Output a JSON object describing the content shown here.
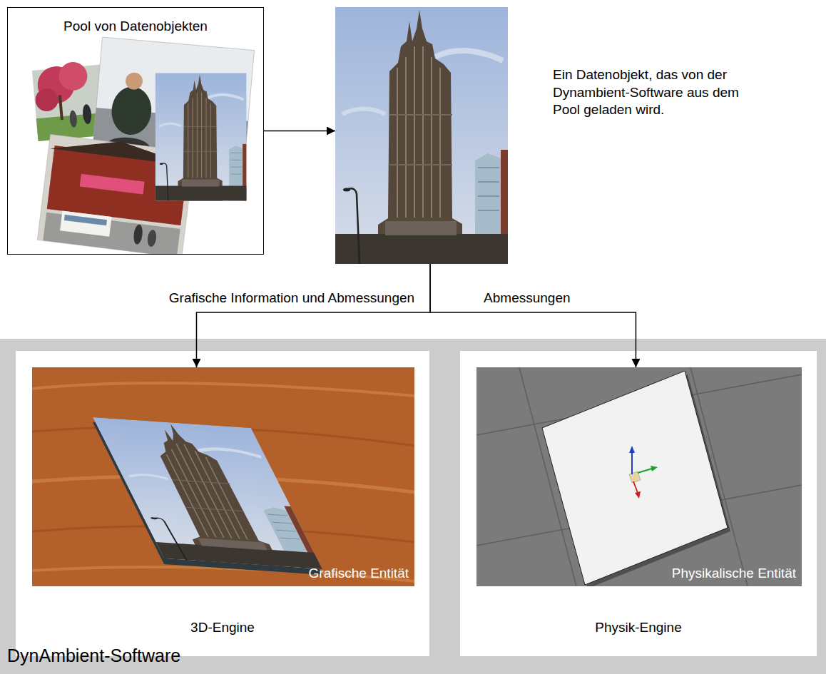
{
  "diagram": {
    "nodes": [
      {
        "text": [
          "Pool von Datenobjekten"
        ]
      },
      {
        "text": [
          "Ein Datenobjekt, das von der Dynambient-Software aus dem Pool geladen wird."
        ]
      },
      {
        "text": [
          "DynAmbient-Software"
        ]
      },
      {
        "text": [
          "3D-Engine"
        ],
        "in": 2
      },
      {
        "text": [
          "Grafische Entität"
        ],
        "in": 3
      },
      {
        "text": [
          "Physik-Engine"
        ],
        "in": 2
      },
      {
        "text": [
          "Physikalische Entität"
        ],
        "in": 5
      }
    ],
    "edges": [
      {
        "from": 0,
        "to": 1,
        "arrow": "to"
      },
      {
        "from": 1,
        "to": 4,
        "label": "Grafische Information und Abmessungen",
        "arrow": "to"
      },
      {
        "from": 1,
        "to": 6,
        "label": "Abmessungen",
        "arrow": "to"
      }
    ]
  }
}
